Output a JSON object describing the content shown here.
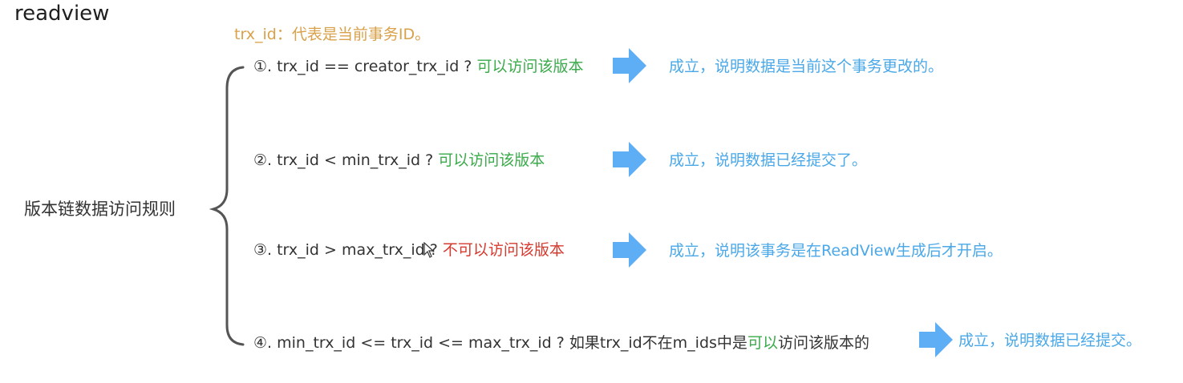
{
  "title": "readview",
  "note": "trx_id：代表是当前事务ID。",
  "rule_label": "版本链数据访问规则",
  "colors": {
    "note": "#d9a14a",
    "allow": "#3aaa4a",
    "deny": "#d63a2f",
    "result": "#4aa8e8",
    "arrow": "#5eaef5",
    "brace": "#555555",
    "text": "#333333"
  },
  "rules": [
    {
      "condition": "①. trx_id  == creator_trx_id ?",
      "verdict": "可以访问该版本",
      "result": "成立，说明数据是当前这个事务更改的。"
    },
    {
      "condition": "②. trx_id < min_trx_id ?",
      "verdict": "可以访问该版本",
      "result": "成立，说明数据已经提交了。"
    },
    {
      "condition": "③. trx_id > max_trx_id ?",
      "verdict": "不可以访问该版本",
      "result": "成立，说明该事务是在ReadView生成后才开启。"
    },
    {
      "condition": "④. min_trx_id <= trx_id <= max_trx_id ?  如果trx_id不在m_ids中是",
      "verdict": "可以",
      "verdict_suffix": "访问该版本的",
      "result": "成立，说明数据已经提交。"
    }
  ]
}
